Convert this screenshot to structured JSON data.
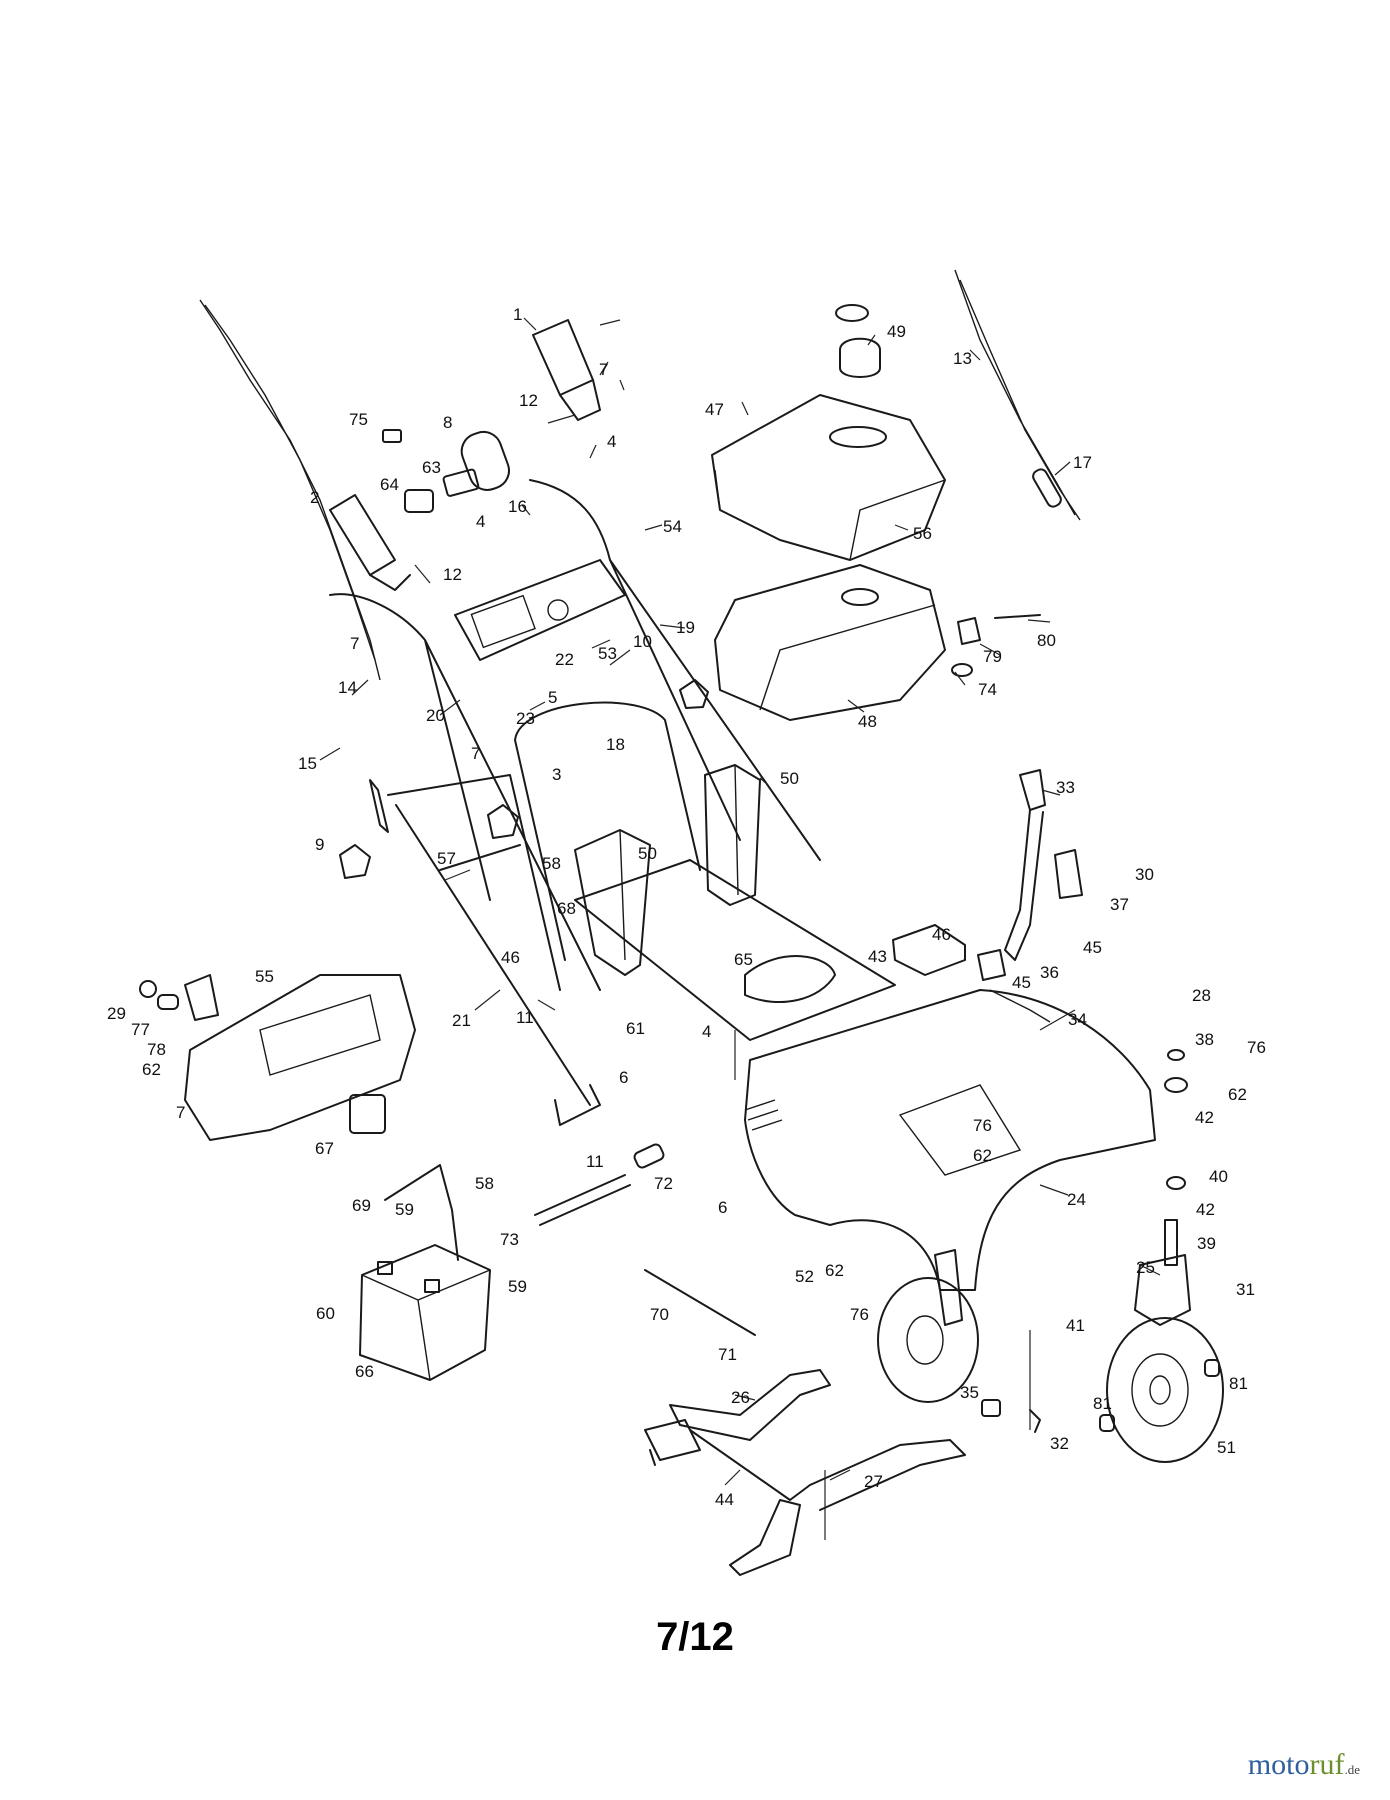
{
  "page_label": "7/12",
  "watermark": {
    "brand_main": "moto",
    "brand_accent": "ruf",
    "suffix": ".de"
  },
  "callouts": [
    {
      "id": "1",
      "label": "1"
    },
    {
      "id": "2",
      "label": "2"
    },
    {
      "id": "3",
      "label": "3"
    },
    {
      "id": "4a",
      "label": "4"
    },
    {
      "id": "4b",
      "label": "4"
    },
    {
      "id": "4c",
      "label": "4"
    },
    {
      "id": "5",
      "label": "5"
    },
    {
      "id": "6a",
      "label": "6"
    },
    {
      "id": "6b",
      "label": "6"
    },
    {
      "id": "7a",
      "label": "7"
    },
    {
      "id": "7b",
      "label": "7"
    },
    {
      "id": "7c",
      "label": "7"
    },
    {
      "id": "7d",
      "label": "7"
    },
    {
      "id": "8",
      "label": "8"
    },
    {
      "id": "9",
      "label": "9"
    },
    {
      "id": "10",
      "label": "10"
    },
    {
      "id": "11a",
      "label": "11"
    },
    {
      "id": "11b",
      "label": "11"
    },
    {
      "id": "12a",
      "label": "12"
    },
    {
      "id": "12b",
      "label": "12"
    },
    {
      "id": "13",
      "label": "13"
    },
    {
      "id": "14",
      "label": "14"
    },
    {
      "id": "15",
      "label": "15"
    },
    {
      "id": "16",
      "label": "16"
    },
    {
      "id": "17",
      "label": "17"
    },
    {
      "id": "18",
      "label": "18"
    },
    {
      "id": "19",
      "label": "19"
    },
    {
      "id": "20",
      "label": "20"
    },
    {
      "id": "21",
      "label": "21"
    },
    {
      "id": "22",
      "label": "22"
    },
    {
      "id": "23",
      "label": "23"
    },
    {
      "id": "24",
      "label": "24"
    },
    {
      "id": "25",
      "label": "25"
    },
    {
      "id": "26",
      "label": "26"
    },
    {
      "id": "27",
      "label": "27"
    },
    {
      "id": "28",
      "label": "28"
    },
    {
      "id": "29",
      "label": "29"
    },
    {
      "id": "30",
      "label": "30"
    },
    {
      "id": "31",
      "label": "31"
    },
    {
      "id": "32",
      "label": "32"
    },
    {
      "id": "33",
      "label": "33"
    },
    {
      "id": "34",
      "label": "34"
    },
    {
      "id": "35",
      "label": "35"
    },
    {
      "id": "36",
      "label": "36"
    },
    {
      "id": "37",
      "label": "37"
    },
    {
      "id": "38",
      "label": "38"
    },
    {
      "id": "39",
      "label": "39"
    },
    {
      "id": "40",
      "label": "40"
    },
    {
      "id": "41",
      "label": "41"
    },
    {
      "id": "42a",
      "label": "42"
    },
    {
      "id": "42b",
      "label": "42"
    },
    {
      "id": "43",
      "label": "43"
    },
    {
      "id": "44",
      "label": "44"
    },
    {
      "id": "45a",
      "label": "45"
    },
    {
      "id": "45b",
      "label": "45"
    },
    {
      "id": "46a",
      "label": "46"
    },
    {
      "id": "46b",
      "label": "46"
    },
    {
      "id": "47",
      "label": "47"
    },
    {
      "id": "48",
      "label": "48"
    },
    {
      "id": "49",
      "label": "49"
    },
    {
      "id": "50a",
      "label": "50"
    },
    {
      "id": "50b",
      "label": "50"
    },
    {
      "id": "51",
      "label": "51"
    },
    {
      "id": "52",
      "label": "52"
    },
    {
      "id": "53",
      "label": "53"
    },
    {
      "id": "54",
      "label": "54"
    },
    {
      "id": "55",
      "label": "55"
    },
    {
      "id": "56",
      "label": "56"
    },
    {
      "id": "57",
      "label": "57"
    },
    {
      "id": "58a",
      "label": "58"
    },
    {
      "id": "58b",
      "label": "58"
    },
    {
      "id": "59a",
      "label": "59"
    },
    {
      "id": "59b",
      "label": "59"
    },
    {
      "id": "60",
      "label": "60"
    },
    {
      "id": "61",
      "label": "61"
    },
    {
      "id": "62a",
      "label": "62"
    },
    {
      "id": "62b",
      "label": "62"
    },
    {
      "id": "62c",
      "label": "62"
    },
    {
      "id": "62d",
      "label": "62"
    },
    {
      "id": "63",
      "label": "63"
    },
    {
      "id": "64",
      "label": "64"
    },
    {
      "id": "65",
      "label": "65"
    },
    {
      "id": "66",
      "label": "66"
    },
    {
      "id": "67",
      "label": "67"
    },
    {
      "id": "68",
      "label": "68"
    },
    {
      "id": "69",
      "label": "69"
    },
    {
      "id": "70",
      "label": "70"
    },
    {
      "id": "71",
      "label": "71"
    },
    {
      "id": "72",
      "label": "72"
    },
    {
      "id": "73",
      "label": "73"
    },
    {
      "id": "74",
      "label": "74"
    },
    {
      "id": "75",
      "label": "75"
    },
    {
      "id": "76a",
      "label": "76"
    },
    {
      "id": "76b",
      "label": "76"
    },
    {
      "id": "76c",
      "label": "76"
    },
    {
      "id": "77",
      "label": "77"
    },
    {
      "id": "78",
      "label": "78"
    },
    {
      "id": "79",
      "label": "79"
    },
    {
      "id": "80",
      "label": "80"
    },
    {
      "id": "81a",
      "label": "81"
    },
    {
      "id": "81b",
      "label": "81"
    }
  ]
}
